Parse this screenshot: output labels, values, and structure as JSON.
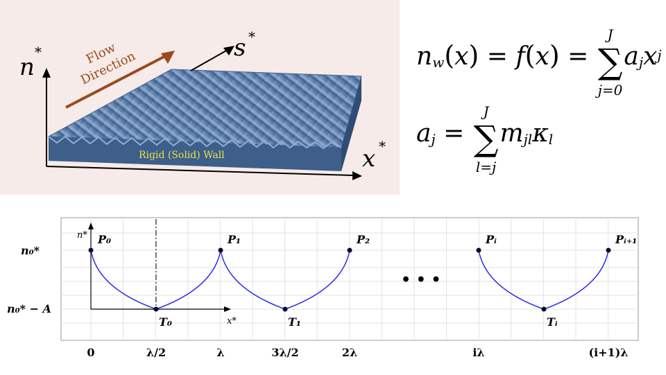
{
  "top_diagram": {
    "flow_label_line1": "Flow",
    "flow_label_line2": "Direction",
    "wall_label": "Rigid (Solid) Wall",
    "axis_n": "n",
    "axis_s": "s",
    "axis_x": "x",
    "star": "*",
    "colors": {
      "panel_bg": "#f6ebe8",
      "surface": "#5a7ba8",
      "wall_front": "#3d5f8a",
      "arrow": "#9a4a1c",
      "wall_text": "#e8e04a"
    }
  },
  "equations": {
    "eq1": {
      "lhs_n": "n",
      "lhs_sub": "w",
      "x": "x",
      "f": "f",
      "sum_upper": "J",
      "sum_lower": "j=0",
      "term_a": "a",
      "term_sub": "j",
      "term_x": "x",
      "term_sup": "j"
    },
    "eq2": {
      "lhs_a": "a",
      "lhs_sub": "j",
      "sum_upper": "J",
      "sum_lower": "l=j",
      "term_m": "m",
      "term_m_sub": "jl",
      "term_k": "κ",
      "term_k_sub": "l"
    }
  },
  "chart_data": {
    "type": "line",
    "x_ticks": [
      "0",
      "λ/2",
      "λ",
      "3λ/2",
      "2λ",
      "iλ",
      "(i+1)λ"
    ],
    "y_ticks": [
      "n₀*",
      "n₀* − A"
    ],
    "axis_labels": {
      "n": "n*",
      "x": "x*"
    },
    "points": [
      {
        "label": "P₀",
        "x": 0,
        "y": 1
      },
      {
        "label": "T₀",
        "x": 0.5,
        "y": 0
      },
      {
        "label": "P₁",
        "x": 1,
        "y": 1
      },
      {
        "label": "T₁",
        "x": 1.5,
        "y": 0
      },
      {
        "label": "P₂",
        "x": 2,
        "y": 1
      },
      {
        "label": "Pᵢ",
        "x": "iλ",
        "y": 1
      },
      {
        "label": "Tᵢ",
        "x": "(i+1/2)λ",
        "y": 0
      },
      {
        "label": "Pᵢ₊₁",
        "x": "(i+1)λ",
        "y": 1
      }
    ],
    "ellipsis": "• • •",
    "colors": {
      "curve": "#2a2ae8",
      "points": "#0a0a2a"
    }
  }
}
